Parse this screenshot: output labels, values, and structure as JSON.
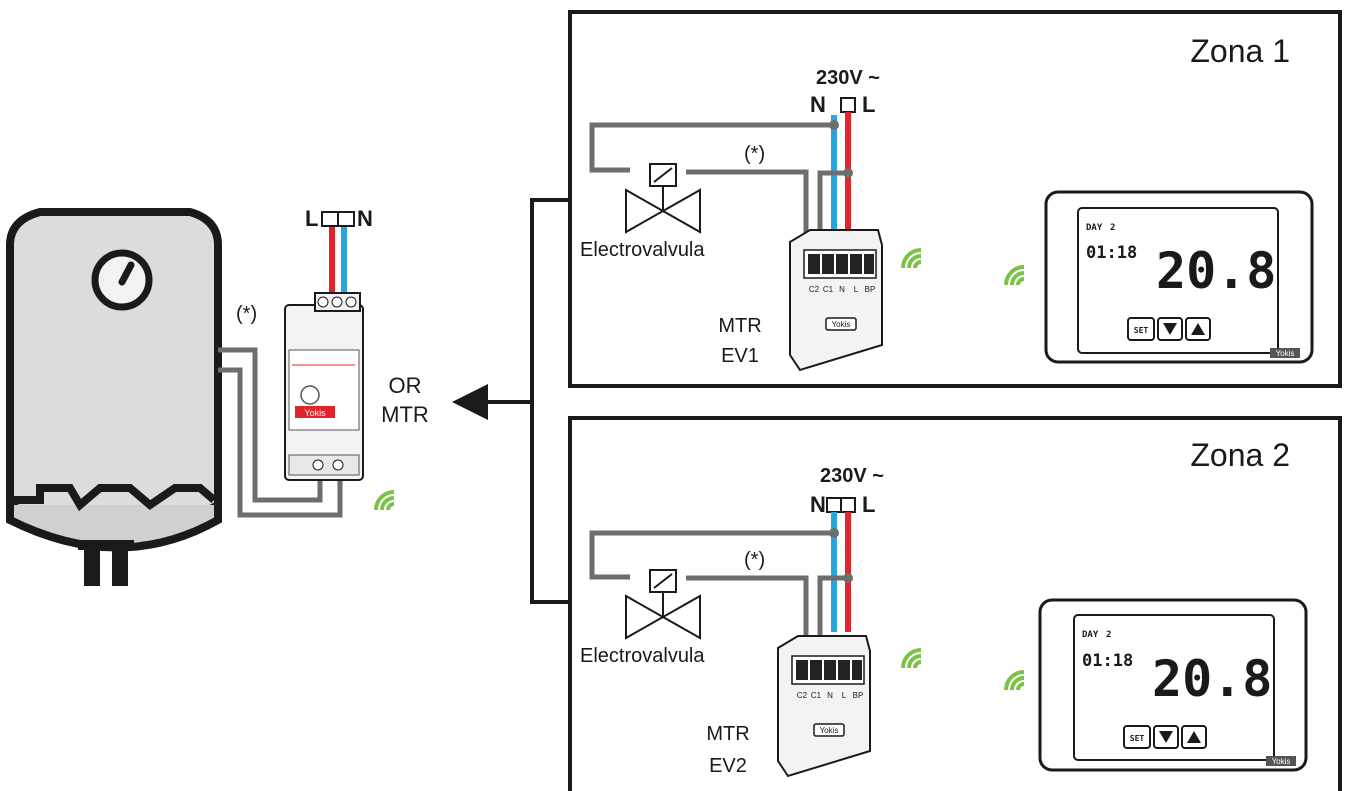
{
  "boiler_supply": {
    "l_label": "L",
    "n_label": "N",
    "cable_note": "(*)"
  },
  "center": {
    "line1": "OR",
    "line2": "MTR"
  },
  "zones": [
    {
      "title": "Zona 1",
      "voltage": "230V ~",
      "n_label": "N",
      "l_label": "L",
      "cable_note": "(*)",
      "valve_label": "Electrovalvula",
      "receiver_line1": "MTR",
      "receiver_line2": "EV1",
      "terminals": [
        "C2",
        "C1",
        "N",
        "L",
        "BP"
      ],
      "brand": "Yokis",
      "thermostat": {
        "day_label": "DAY",
        "day_value": "2",
        "time": "01:18",
        "temperature": "20.8",
        "set_button": "SET",
        "brand": "Yokis"
      }
    },
    {
      "title": "Zona 2",
      "voltage": "230V ~",
      "n_label": "N",
      "l_label": "L",
      "cable_note": "(*)",
      "valve_label": "Electrovalvula",
      "receiver_line1": "MTR",
      "receiver_line2": "EV2",
      "terminals": [
        "C2",
        "C1",
        "N",
        "L",
        "BP"
      ],
      "brand": "Yokis",
      "thermostat": {
        "day_label": "DAY",
        "day_value": "2",
        "time": "01:18",
        "temperature": "20.8",
        "set_button": "SET",
        "brand": "Yokis"
      }
    }
  ],
  "din_module": {
    "brand": "Yokis"
  },
  "colors": {
    "live": "#e0242b",
    "neutral": "#2aa4dc",
    "control": "#6e6e6e",
    "wireless": "#7cc244",
    "outline": "#1a1a1a"
  }
}
